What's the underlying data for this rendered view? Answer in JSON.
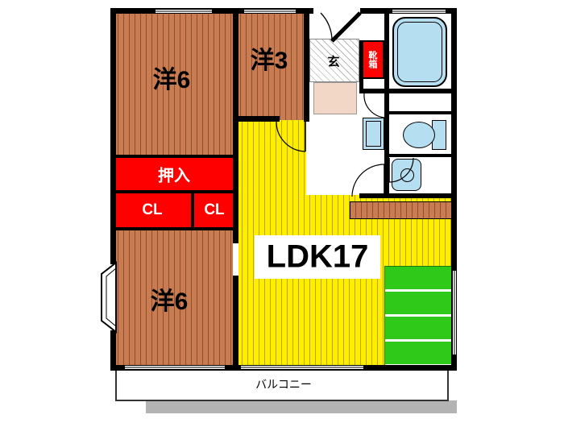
{
  "rooms": {
    "yo6_top": {
      "label": "洋6"
    },
    "yo3": {
      "label": "洋3"
    },
    "yo6_bottom": {
      "label": "洋6"
    },
    "ldk": {
      "label": "LDK17"
    },
    "oshiire": {
      "label": "押入"
    },
    "cl_left": {
      "label": "CL"
    },
    "cl_right": {
      "label": "CL"
    },
    "genkan": {
      "label": "玄"
    },
    "shoebox": {
      "label": "靴箱"
    },
    "balcony": {
      "label": "バルコニー"
    }
  },
  "colors": {
    "wood": "#c97c52",
    "wood-line": "#8f4f2a",
    "yellow": "#ffee00",
    "yellow-line": "#b8a600",
    "green": "#2ec919",
    "red": "#ff0000",
    "fixture": "#b5def0",
    "gray-strip": "#b3b3b3",
    "wall": "#000000"
  }
}
